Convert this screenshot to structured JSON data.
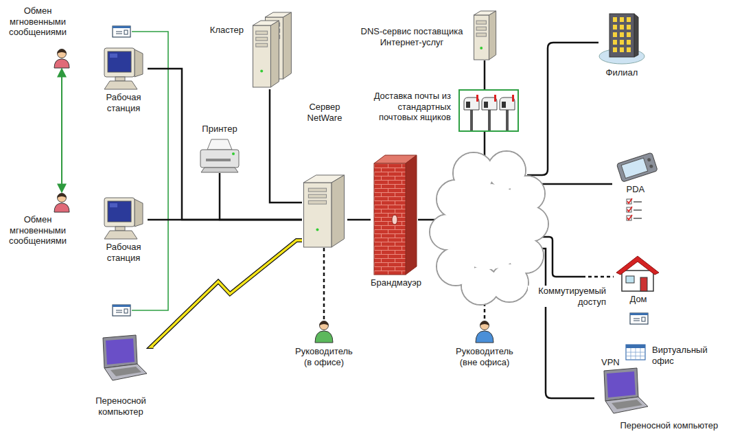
{
  "diagram": {
    "nodes": [
      {
        "text": [
          "Обмен мгновенными сообщениями"
        ]
      },
      {
        "text": [
          "Рабочая станция"
        ]
      },
      {
        "text": [
          "Кластер"
        ]
      },
      {
        "text": [
          "DNS-сервис поставщика Интернет-услуг"
        ]
      },
      {
        "text": [
          "Доставка почты из стандартных почтовых ящиков"
        ]
      },
      {
        "text": [
          "Филиал"
        ]
      },
      {
        "text": [
          "Принтер"
        ]
      },
      {
        "text": [
          "Сервер NetWare"
        ]
      },
      {
        "text": [
          "Обмен мгновенными сообщениями"
        ]
      },
      {
        "text": [
          "Рабочая станция"
        ]
      },
      {
        "text": [
          "Брандмауэр"
        ]
      },
      {
        "text": [
          "PDA"
        ]
      },
      {
        "text": [
          "Дом"
        ]
      },
      {
        "text": [
          "Переносной компьютер"
        ]
      },
      {
        "text": [
          "Руководитель (в офисе)"
        ]
      },
      {
        "text": [
          "Руководитель (вне офиса)"
        ]
      },
      {
        "text": [
          "Переносной компьютер"
        ]
      }
    ],
    "edges": [
      {
        "from": 0,
        "to": 8,
        "arrow": "both"
      },
      {
        "from": 1,
        "to": 7,
        "arrow": "none"
      },
      {
        "from": 9,
        "to": 7,
        "arrow": "none"
      },
      {
        "from": 6,
        "to": 7,
        "arrow": "none"
      },
      {
        "from": 2,
        "to": 7,
        "arrow": "none"
      },
      {
        "from": 3,
        "to": 4,
        "arrow": "none"
      },
      {
        "from": 7,
        "to": 10,
        "arrow": "none"
      },
      {
        "from": 7,
        "to": 14,
        "arrow": "none"
      },
      {
        "from": 7,
        "to": 13,
        "arrow": "none"
      }
    ],
    "labels": [
      "Коммутируемый доступ",
      "VPN",
      "Виртуальный офис"
    ]
  }
}
